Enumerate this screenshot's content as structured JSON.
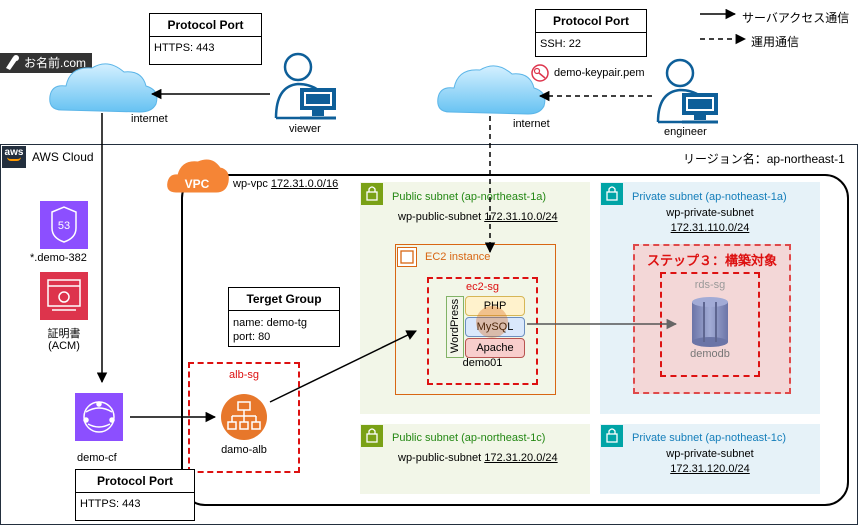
{
  "legend": {
    "server_access": "サーバアクセス通信",
    "operation": "運用通信"
  },
  "protocol_port_viewer": {
    "title": "Protocol Port",
    "value": "HTTPS: 443"
  },
  "protocol_port_engineer": {
    "title": "Protocol Port",
    "value": "SSH: 22"
  },
  "protocol_port_cf": {
    "title": "Protocol Port",
    "value": "HTTPS: 443"
  },
  "onamae_label": "お名前.com",
  "internet_left": "internet",
  "internet_right": "internet",
  "viewer_label": "viewer",
  "engineer_label": "engineer",
  "keypair_label": "demo-keypair.pem",
  "aws_cloud_label": "AWS Cloud",
  "region_label": "リージョン名：ap-northeast-1",
  "vpc_badge": "VPC",
  "vpc_label": "wp-vpc ",
  "vpc_cidr": "172.31.0.0/16",
  "route53_label": "*.demo-382",
  "acm_label_line1": "証明書",
  "acm_label_line2": "(ACM)",
  "route53_badge": "53",
  "cloudfront_label": "demo-cf",
  "target_group": {
    "title": "Terget Group",
    "name": "name: demo-tg",
    "port": "port: 80"
  },
  "alb_sg_label": "alb-sg",
  "alb_label": "damo-alb",
  "public_subnet_1a": {
    "title": "Public subnet (ap-northeast-1a)",
    "name": "wp-public-subnet ",
    "cidr": "172.31.10.0/24"
  },
  "public_subnet_1c": {
    "title": "Public subnet (ap-northeast-1c)",
    "name": "wp-public-subnet ",
    "cidr": "172.31.20.0/24"
  },
  "private_subnet_1a": {
    "title": "Private subnet (ap-notheast-1a)",
    "name": "wp-private-subnet",
    "cidr": "172.31.110.0/24"
  },
  "private_subnet_1c": {
    "title": "Private subnet (ap-notheast-1c)",
    "name": "wp-private-subnet",
    "cidr": "172.31.120.0/24"
  },
  "ec2_instance_label": "EC2 instance",
  "ec2_sg_label": "ec2-sg",
  "wordpress_label": "WordPress",
  "php_label": "PHP",
  "mysql_label": "MySQL",
  "apache_label": "Apache",
  "instance_name": "demo01",
  "step3_label": "ステップ３：構築対象",
  "rds_sg_label": "rds-sg",
  "rds_label": "demodb",
  "colors": {
    "public_subnet": "#f2f6e8",
    "public_subnet_text": "#248814",
    "private_subnet": "#e6f2f8",
    "private_subnet_text": "#147eba",
    "ec2_orange": "#d86613",
    "sg_red": "#dd1111",
    "aws_purple": "#8c4fff",
    "acm_red": "#dd344c",
    "alb_orange": "#e7772b",
    "cloud_blue": "#0e8fd6"
  }
}
